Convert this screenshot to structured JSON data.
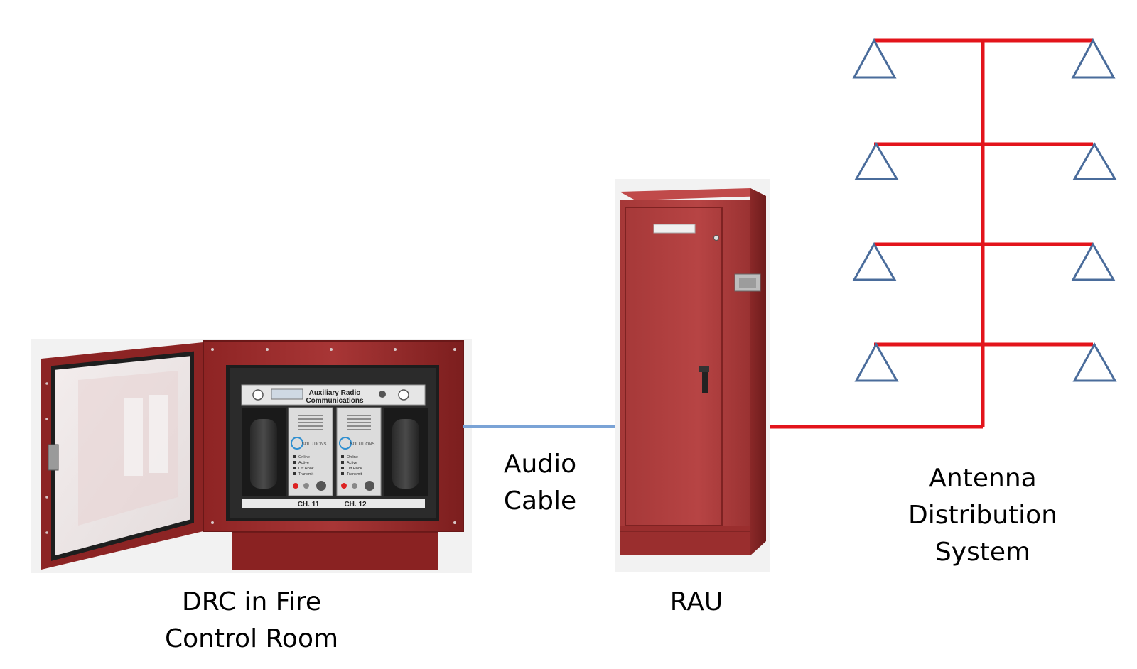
{
  "drc": {
    "panel_title_line1": "Auxiliary Radio",
    "panel_title_line2": "Communications",
    "channels": [
      {
        "label": "CH. 11",
        "brand": "SOLUTIONS",
        "indicators": [
          "Online",
          "Active",
          "Off Hook",
          "Transmit"
        ]
      },
      {
        "label": "CH. 12",
        "brand": "SOLUTIONS",
        "indicators": [
          "Online",
          "Active",
          "Off Hook",
          "Transmit"
        ]
      }
    ],
    "caption_line1": "DRC in Fire",
    "caption_line2": "Control Room"
  },
  "cable": {
    "caption_line1": "Audio",
    "caption_line2": "Cable",
    "color": "#7aa3d6"
  },
  "rau": {
    "caption": "RAU"
  },
  "antenna": {
    "caption_line1": "Antenna",
    "caption_line2": "Distribution",
    "caption_line3": "System",
    "line_color": "#e3141b",
    "symbol_color": "#4a6c9b"
  },
  "colors": {
    "cabinet_red": "#9c2a2a",
    "cabinet_light": "#b84848",
    "cabinet_dark": "#6e1a1a"
  }
}
